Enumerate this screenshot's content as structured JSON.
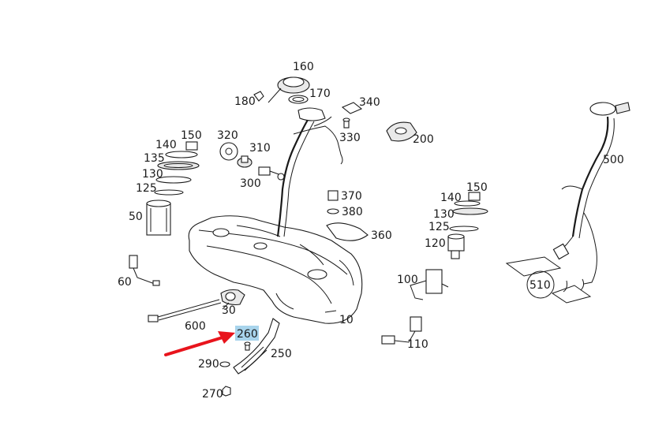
{
  "highlight_color": "#a8d4ec",
  "arrow_color": "#e8141c",
  "labels": {
    "l160": "160",
    "l170": "170",
    "l180": "180",
    "l340": "340",
    "l330": "330",
    "l200": "200",
    "l320": "320",
    "l310": "310",
    "l300": "300",
    "l150a": "150",
    "l140a": "140",
    "l135": "135",
    "l130a": "130",
    "l125a": "125",
    "l50": "50",
    "l60": "60",
    "l370": "370",
    "l380": "380",
    "l360": "360",
    "l150b": "150",
    "l140b": "140",
    "l130b": "130",
    "l125b": "125",
    "l120": "120",
    "l100": "100",
    "l110": "110",
    "l500": "500",
    "l510": "510",
    "l30": "30",
    "l600": "600",
    "l10": "10",
    "l260": "260",
    "l250": "250",
    "l290": "290",
    "l270": "270"
  }
}
